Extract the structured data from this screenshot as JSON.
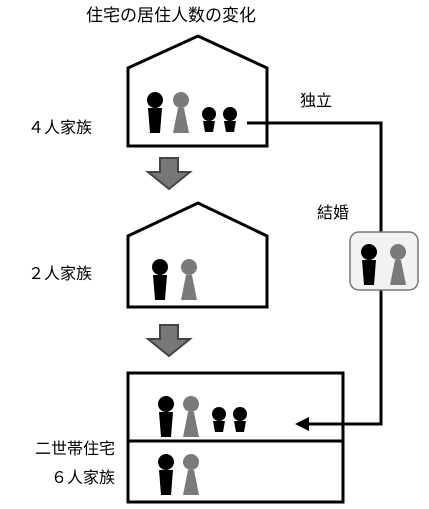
{
  "title": "住宅の居住人数の変化",
  "houses": [
    {
      "label": "４人家族"
    },
    {
      "label": "２人家族"
    }
  ],
  "duplex": {
    "label_line1": "二世帯住宅",
    "label_line2": "６人家族"
  },
  "annotations": {
    "independence": "独立",
    "marriage": "結婚"
  },
  "colors": {
    "line": "#000000",
    "person_dark": "#000000",
    "person_gray": "#7a7a7a",
    "down_arrow_fill": "#777777",
    "down_arrow_stroke": "#444444",
    "couple_box_bg": "#f2f2f2"
  }
}
